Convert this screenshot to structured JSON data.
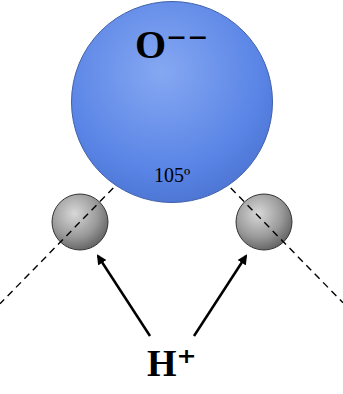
{
  "diagram": {
    "nodes": [
      {
        "text": [
          "O⁻⁻"
        ]
      }
    ],
    "labels": [
      "105º",
      "H⁺"
    ]
  }
}
